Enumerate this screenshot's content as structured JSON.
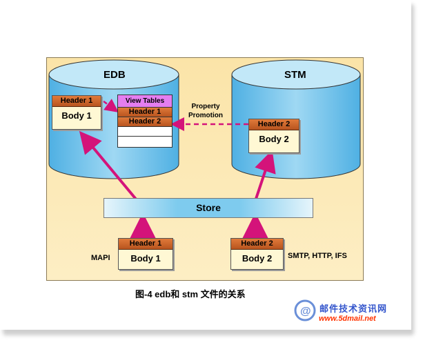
{
  "diagram": {
    "edb_label": "EDB",
    "stm_label": "STM",
    "view_tables": {
      "title": "View Tables",
      "rows": [
        "Header 1",
        "Header 2"
      ]
    },
    "edb_doc": {
      "header": "Header 1",
      "body": "Body 1"
    },
    "stm_doc": {
      "header": "Header 2",
      "body": "Body 2"
    },
    "property_promotion": "Property\nPromotion",
    "store_label": "Store",
    "mapi_doc": {
      "header": "Header 1",
      "body": "Body 1"
    },
    "smtp_doc": {
      "header": "Header 2",
      "body": "Body 2"
    },
    "mapi_label": "MAPI",
    "smtp_label": "SMTP, HTTP, IFS",
    "caption": "图-4 edb和 stm 文件的关系",
    "colors": {
      "arrow": "#d4137a",
      "cylinder": "#79c6ec",
      "panel": "#fbe4a8"
    }
  },
  "watermark": {
    "title": "邮件技术资讯网",
    "url": "www.5dmail.net"
  }
}
